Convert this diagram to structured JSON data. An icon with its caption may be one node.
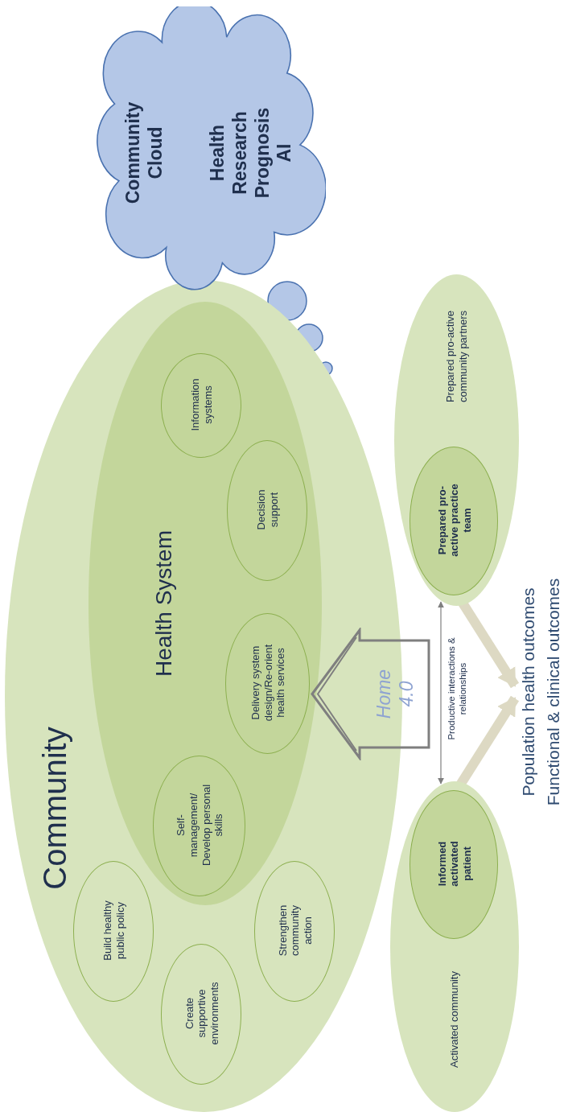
{
  "diagram": {
    "nodes": [
      {
        "text": [
          "Community"
        ]
      },
      {
        "text": [
          "Health System"
        ],
        "in": 0
      },
      {
        "text": [
          "Information systems"
        ],
        "in": 1
      },
      {
        "text": [
          "Decision support"
        ],
        "in": 1
      },
      {
        "text": [
          "Delivery system design/Re-orient health services"
        ],
        "in": 1
      },
      {
        "text": [
          "Self-management/ Develop personal skills"
        ],
        "in": 1
      },
      {
        "text": [
          "Build healthy public policy"
        ],
        "in": 0
      },
      {
        "text": [
          "Create supportive environments"
        ],
        "in": 0
      },
      {
        "text": [
          "Strengthen community action"
        ],
        "in": 0
      },
      {
        "text": [
          "Community Cloud",
          "Health Research Prognosis AI"
        ]
      },
      {
        "text": [
          "Home 4.0"
        ]
      },
      {
        "text": [
          "Prepared pro-active community partners"
        ]
      },
      {
        "text": [
          "Prepared pro-active practice team"
        ],
        "in": 11
      },
      {
        "text": [
          "Activated community"
        ]
      },
      {
        "text": [
          "Informed activated patient"
        ],
        "in": 13
      },
      {
        "text": [
          "Population health outcomes",
          "Functional & clinical outcomes"
        ]
      }
    ],
    "edges": [
      {
        "from": 13,
        "to": 11,
        "arrow": "both",
        "label": "Productive interactions & relationships",
        "color": "#7f7f7f"
      },
      {
        "from": 13,
        "to": 15,
        "arrow": "to"
      },
      {
        "from": 11,
        "to": 15,
        "arrow": "to"
      }
    ]
  }
}
